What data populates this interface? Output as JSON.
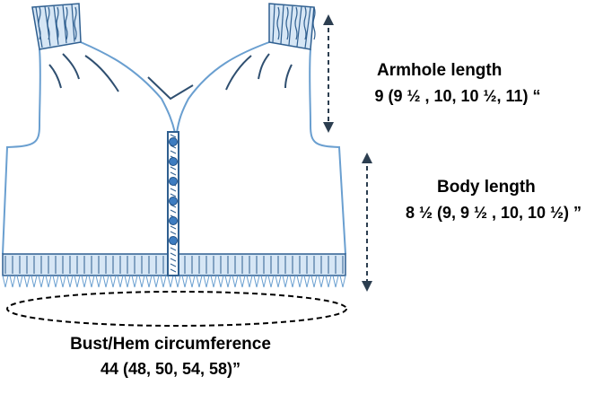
{
  "labels": {
    "armhole": {
      "title": "Armhole length",
      "value": "9 (9 ½ , 10, 10 ½, 11) “"
    },
    "body": {
      "title": "Body length",
      "value": "8 ½  (9, 9 ½ , 10, 10 ½) ”"
    },
    "bust": {
      "title": "Bust/Hem circumference",
      "value": "44 (48, 50, 54, 58)”"
    }
  },
  "colors": {
    "outline": "#6a9fd0",
    "rib_fill": "#d6e6f5",
    "rib_line": "#2f5f90",
    "shading": "#2f4f70",
    "button": "#3d7cc0",
    "arrow": "#2c3e50",
    "ellipse": "#000000",
    "text": "#000000"
  },
  "buttons": {
    "count": 6
  }
}
